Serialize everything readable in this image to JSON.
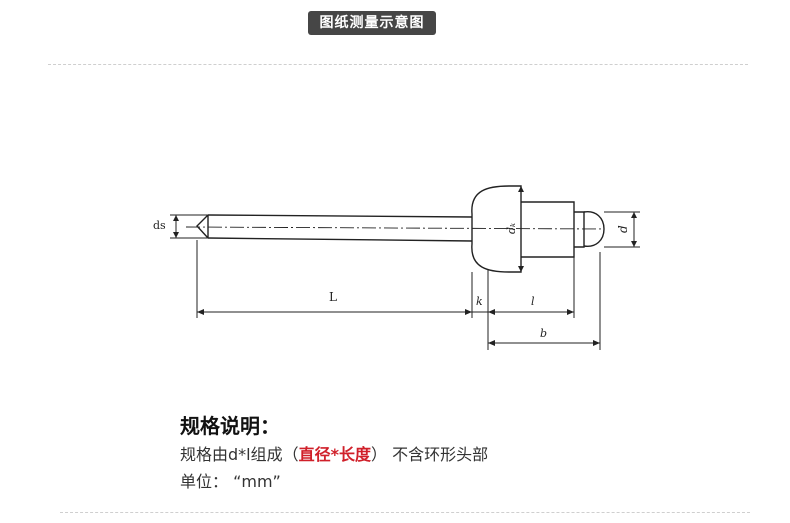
{
  "header": {
    "title": "图纸测量示意图"
  },
  "drawing_labels": {
    "ds": "ds",
    "dk": "dₖ",
    "d": "d",
    "L": "L",
    "k": "k",
    "l": "l",
    "b": "b"
  },
  "spec": {
    "heading": "规格说明：",
    "line1_prefix": "规格由d*l组成（",
    "line1_highlight": "直径*长度",
    "line1_suffix": "）  不含环形头部",
    "line2": "单位：  “mm”"
  },
  "colors": {
    "badge_bg": "#464646",
    "highlight": "#d0202a"
  }
}
